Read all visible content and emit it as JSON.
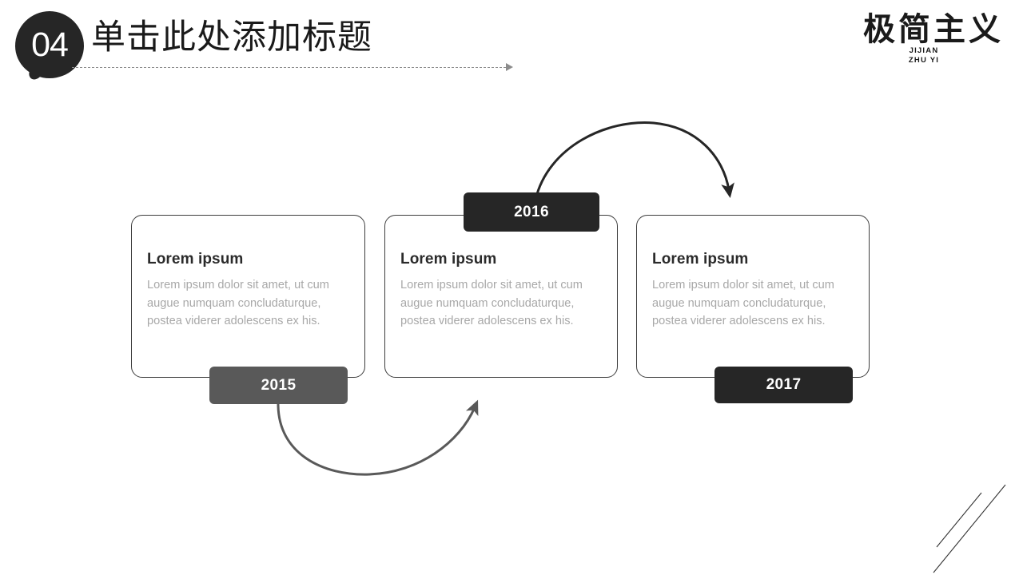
{
  "header": {
    "section_number": "04",
    "title": "单击此处添加标题"
  },
  "brand": {
    "logo_cjk": "极简主义",
    "logo_pinyin_line1": "JIJIAN",
    "logo_pinyin_line2": "ZHU YI"
  },
  "cards": [
    {
      "title": "Lorem ipsum",
      "body": "Lorem ipsum dolor sit amet, ut cum augue numquam concludaturque, postea viderer adolescens ex his.",
      "year": "2015",
      "year_color": "#595959"
    },
    {
      "title": "Lorem ipsum",
      "body": "Lorem ipsum dolor sit amet, ut cum augue numquam concludaturque, postea viderer adolescens ex his.",
      "year": "2016",
      "year_color": "#262626"
    },
    {
      "title": "Lorem ipsum",
      "body": "Lorem ipsum dolor sit amet, ut cum augue numquam concludaturque, postea viderer adolescens ex his.",
      "year": "2017",
      "year_color": "#262626"
    }
  ],
  "colors": {
    "background": "#ffffff",
    "ink": "#1a1a1a",
    "card_border": "#3d3d3d",
    "body_text": "#a8a8a8",
    "dark_accent": "#262626",
    "mid_gray": "#595959",
    "dashed_rule": "#8c8c8c"
  },
  "connectors": [
    {
      "name": "arrow-2016-to-2017",
      "color": "#262626",
      "direction": "left-to-right-over-top"
    },
    {
      "name": "arrow-2015-to-2016",
      "color": "#595959",
      "direction": "left-to-right-under-bottom"
    }
  ]
}
